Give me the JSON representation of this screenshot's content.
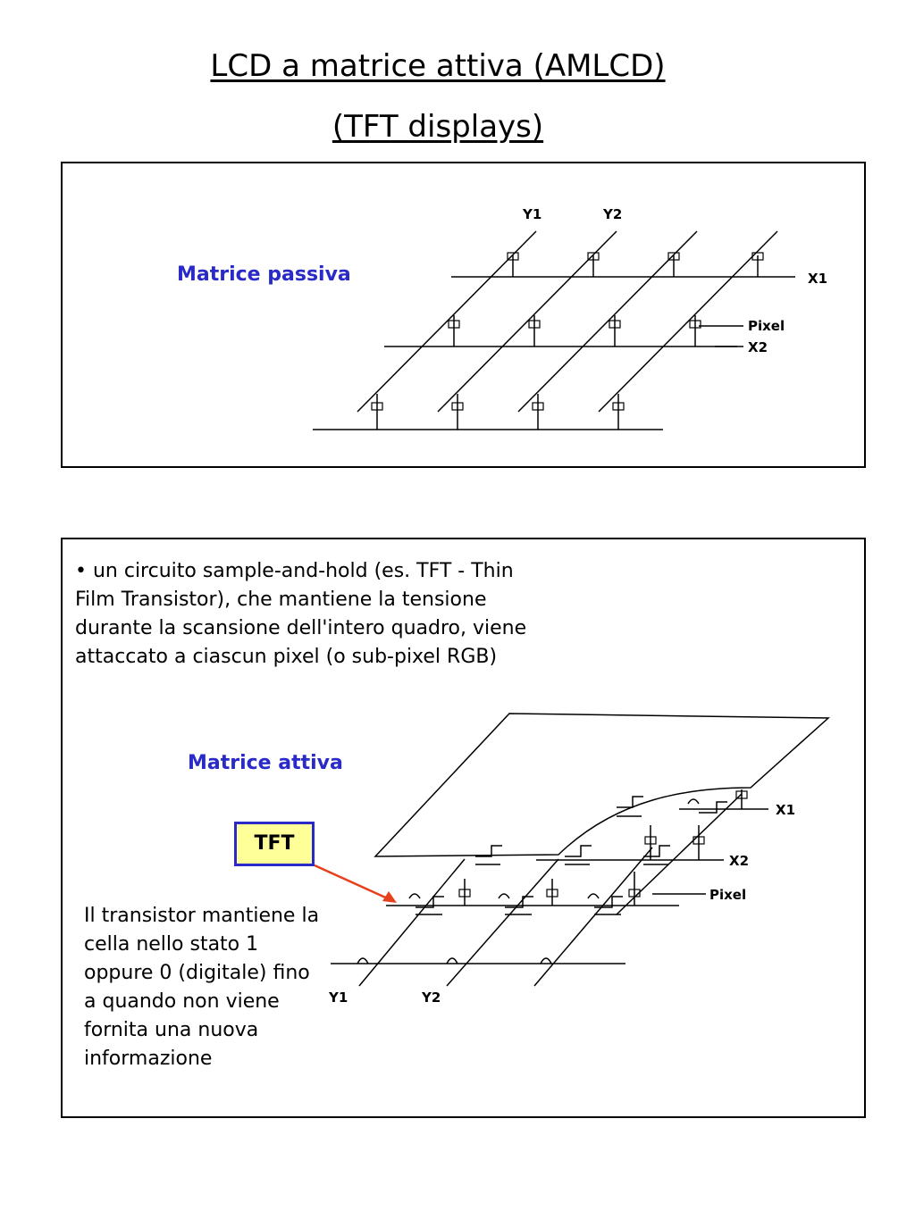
{
  "title": {
    "line1": "LCD a matrice attiva (AMLCD)",
    "line2": "(TFT displays)"
  },
  "passive": {
    "label": "Matrice passiva",
    "y_labels": [
      "Y1",
      "Y2"
    ],
    "x_labels": [
      "X1",
      "X2"
    ],
    "pixel_label": "Pixel"
  },
  "active": {
    "bullet": "• un circuito sample-and-hold (es. TFT - Thin Film Transistor), che mantiene la tensione durante la scansione dell'intero quadro, viene attaccato a ciascun pixel (o sub-pixel RGB)",
    "label": "Matrice attiva",
    "tft_label": "TFT",
    "note": "Il transistor mantiene la cella nello stato 1 oppure 0 (digitale) fino a quando non viene fornita una nuova informazione",
    "y_labels": [
      "Y1",
      "Y2"
    ],
    "x_labels": [
      "X1",
      "X2"
    ],
    "pixel_label": "Pixel",
    "arrow_color": "#e8401c"
  },
  "colors": {
    "label_blue": "#2a2ac8",
    "tft_fill": "#ffff99"
  }
}
